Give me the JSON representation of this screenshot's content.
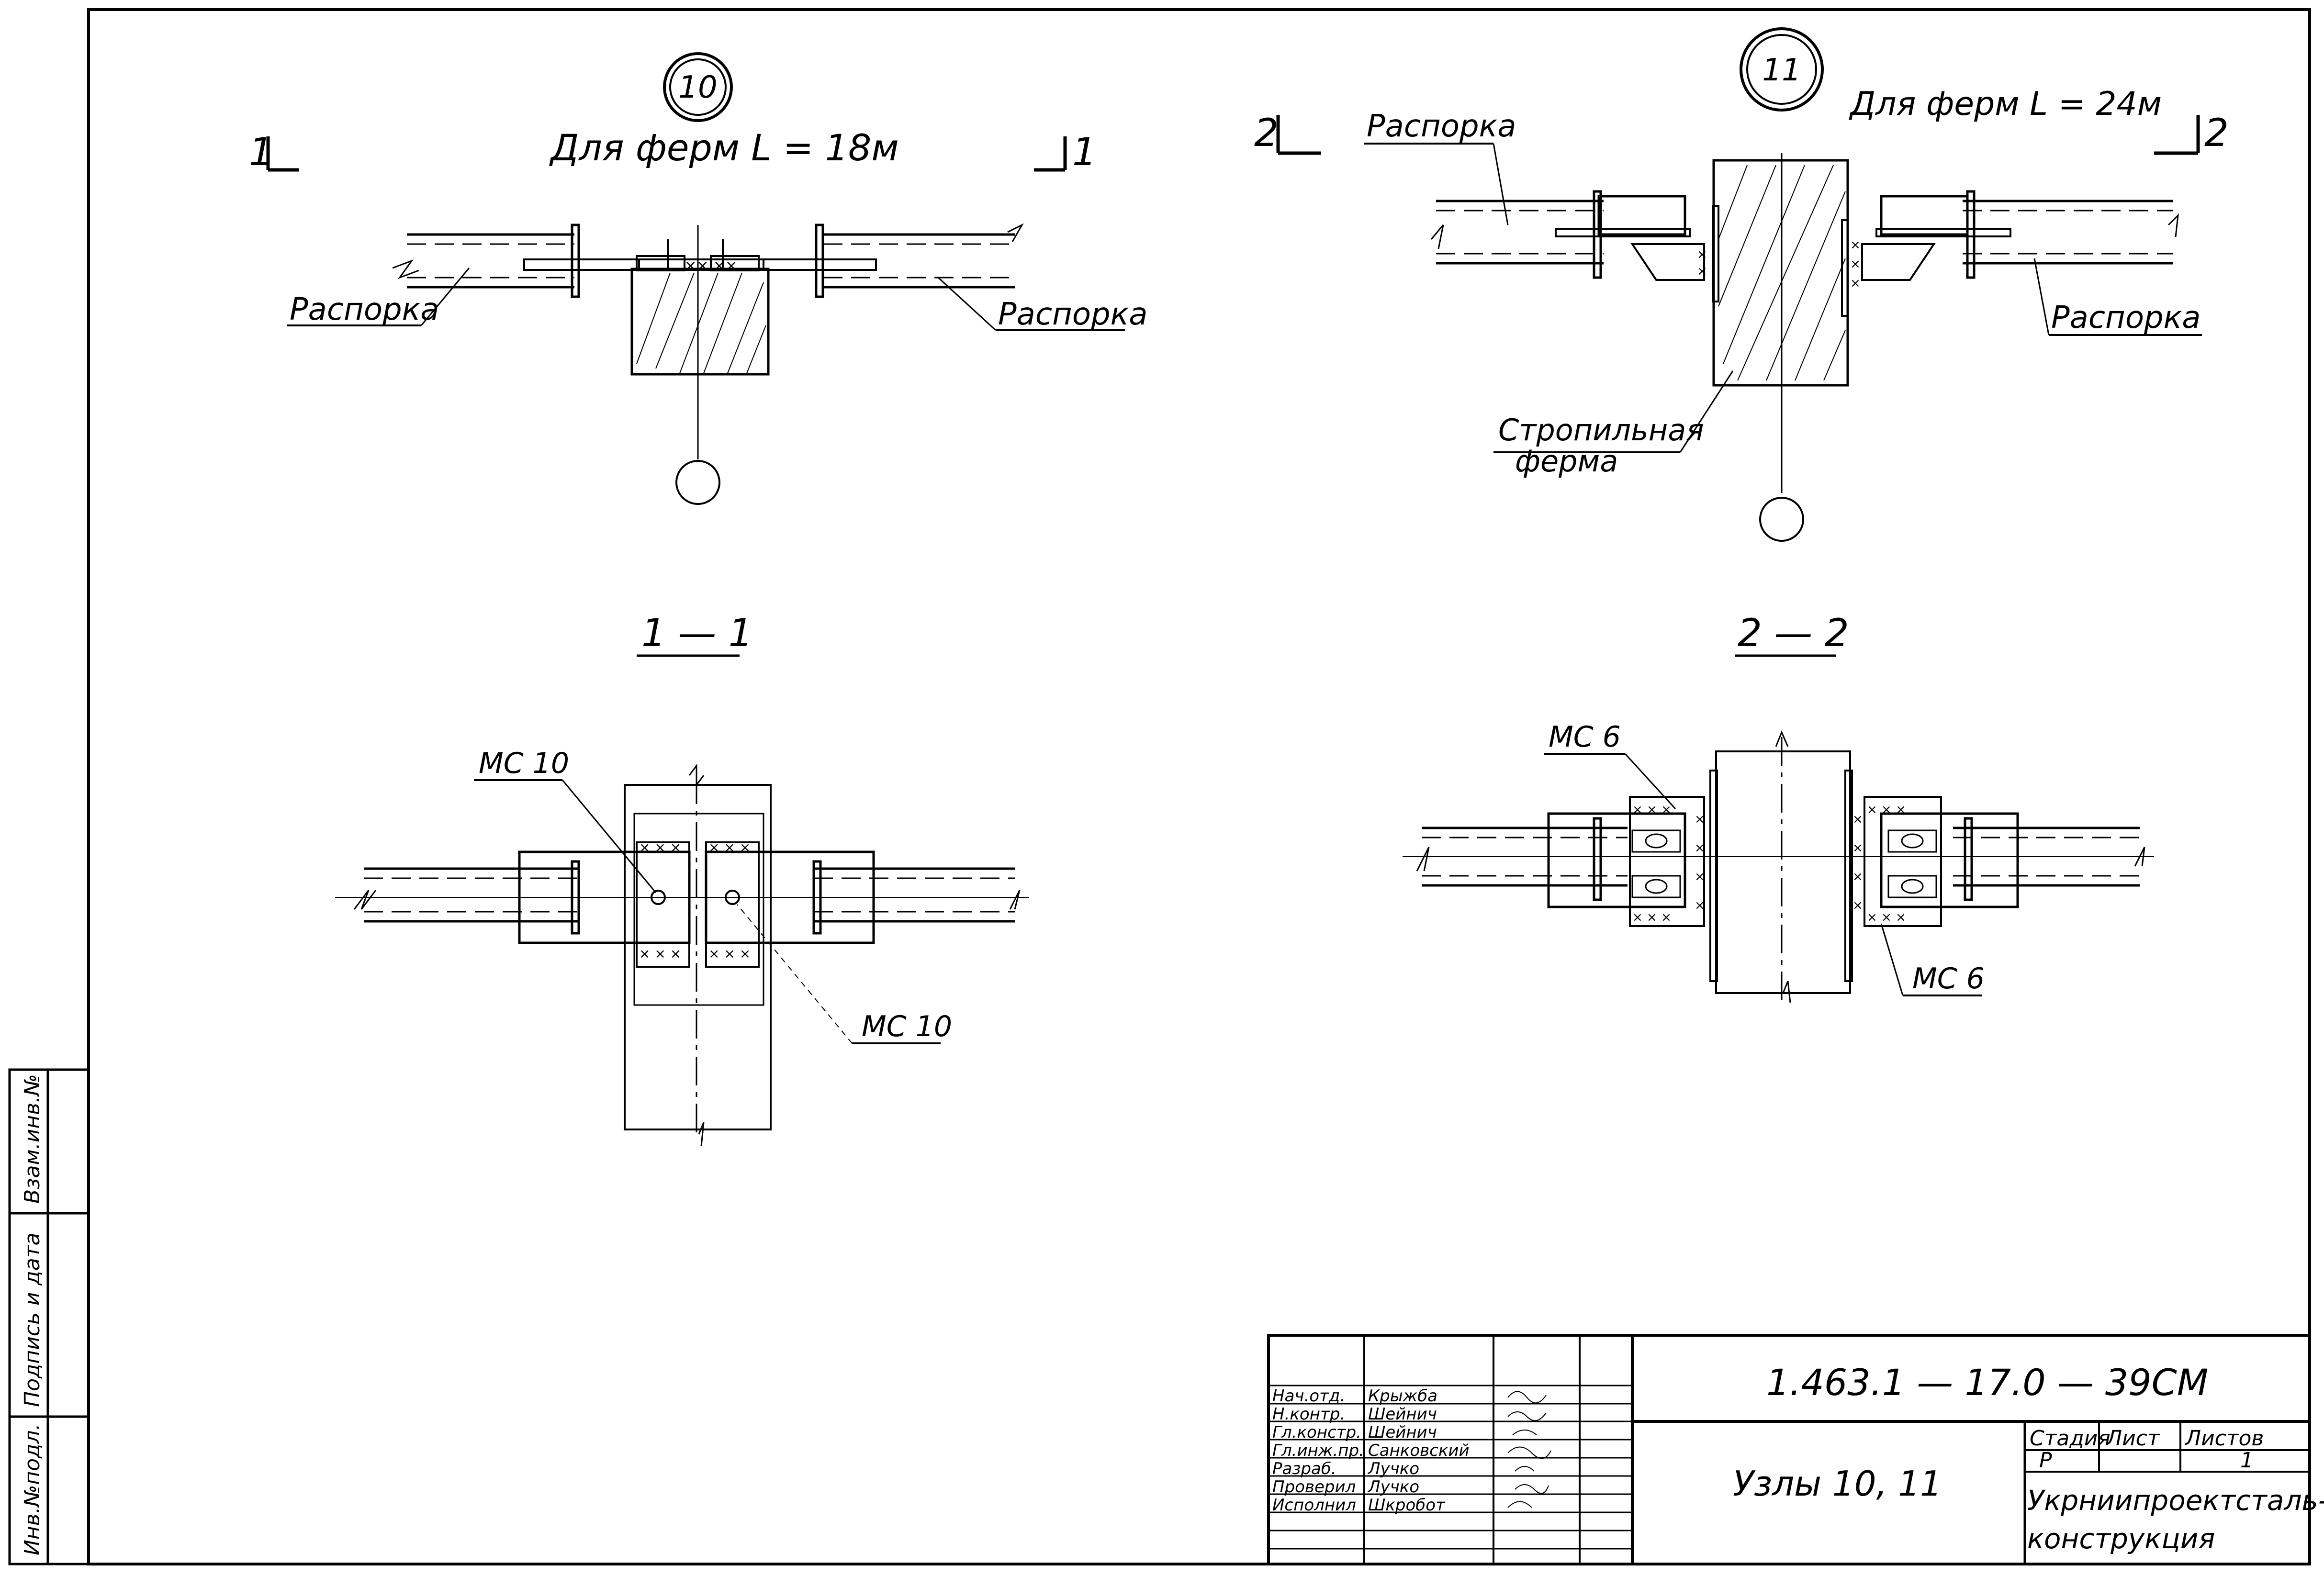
{
  "node10": {
    "number": "10",
    "caption": "Для ферм L = 18м",
    "section_mark_left": "1",
    "section_mark_right": "1",
    "strut_label_left": "Распорка",
    "strut_label_right": "Распорка",
    "section_title": "1 — 1",
    "plate_label_top": "МС 10",
    "plate_label_bottom": "МС 10"
  },
  "node11": {
    "number": "11",
    "caption": "Для ферм L = 24м",
    "section_mark_left": "2",
    "section_mark_right": "2",
    "strut_label_left": "Распорка",
    "strut_label_right": "Распорка",
    "truss_label_line1": "Стропильная",
    "truss_label_line2": "ферма",
    "section_title": "2 — 2",
    "plate_label_top": "МС 6",
    "plate_label_bottom": "МС 6"
  },
  "side_stamp": {
    "cell1": "Инв.№подл.",
    "cell2": "Подпись и дата",
    "cell3": "Взам.инв.№"
  },
  "title_block": {
    "document_code": "1.463.1 — 17.0 — 39СМ",
    "sheet_title": "Узлы 10, 11",
    "stage_header": "Стадия",
    "sheet_header": "Лист",
    "sheets_header": "Листов",
    "stage_value": "Р",
    "sheets_value": "1",
    "organization_line1": "Укрниипроектсталь-",
    "organization_line2": "конструкция",
    "roles": [
      {
        "role": "Нач.отд.",
        "name": "Крыжба"
      },
      {
        "role": "Н.контр.",
        "name": "Шейнич"
      },
      {
        "role": "Гл.констр.",
        "name": "Шейнич"
      },
      {
        "role": "Гл.инж.пр.",
        "name": "Санковский"
      },
      {
        "role": "Разраб.",
        "name": "Лучко"
      },
      {
        "role": "Проверил",
        "name": "Лучко"
      },
      {
        "role": "Исполнил",
        "name": "Шкробот"
      }
    ]
  }
}
